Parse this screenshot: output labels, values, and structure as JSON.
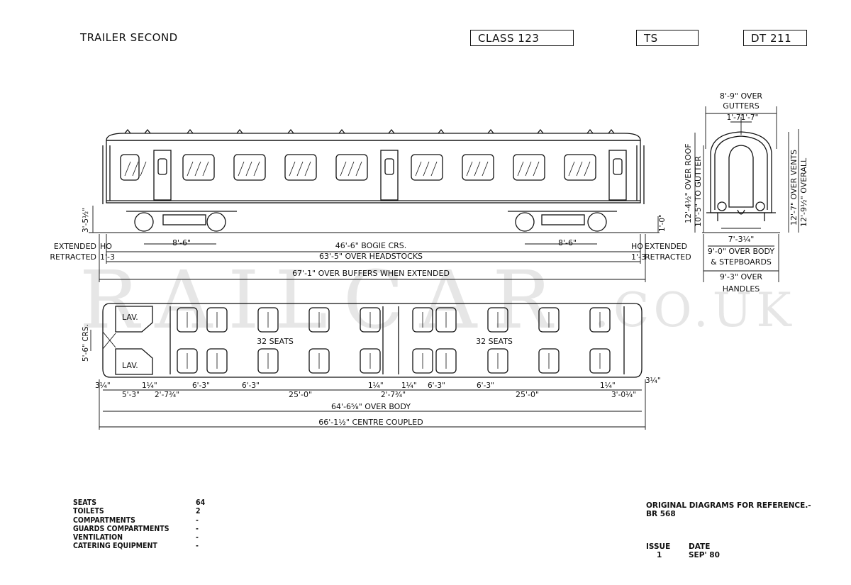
{
  "header": {
    "title": "TRAILER SECOND",
    "class_box": "CLASS 123",
    "type_box": "TS",
    "number_box": "DT 211"
  },
  "watermark": {
    "main": "RAILCAR",
    "suffix": ".CO.UK"
  },
  "side_elevation": {
    "bogie_left": "8'-6\"",
    "bogie_right": "8'-6\"",
    "bogie_crs": "46'-6\" BOGIE CRS.",
    "over_headstocks": "63'-5\" OVER HEADSTOCKS",
    "over_buffers": "67'-1\" OVER BUFFERS WHEN EXTENDED",
    "extended_left": "EXTENDED",
    "retracted_left": "RETRACTED",
    "ho_left": "HO",
    "ext_val_left": "1'-3",
    "ho_right": "HO",
    "extended_right": "EXTENDED",
    "ext_val_right": "1'-3",
    "retracted_right": "RETRACTED",
    "height_left": "3'-5½\"",
    "height_right": "1'-0\""
  },
  "end_elevation": {
    "over_gutters_1": "8'-9\" OVER",
    "over_gutters_2": "GUTTERS",
    "step_a": "1'-7\"",
    "step_b": "1'-7\"",
    "over_roof": "12'-4½\" OVER ROOF",
    "to_gutter": "10'-5\" TO GUTTER",
    "over_vents": "12'-7\" OVER VENTS",
    "overall": "12'-9½\" OVERALL",
    "inner_width": "7'-3¼\"",
    "over_body": "9'-0\" OVER BODY",
    "stepboards": "& STEPBOARDS",
    "over_handles_1": "9'-3\" OVER",
    "over_handles_2": "HANDLES"
  },
  "plan": {
    "lav_top": "LAV.",
    "lav_bottom": "LAV.",
    "seats_left": "32 SEATS",
    "seats_right": "32 SEATS",
    "crs": "5'-6\" CRS.",
    "d_3q_left": "3¼\"",
    "d_5_3": "5'-3\"",
    "d_1q_a": "1¼\"",
    "d_27a": "2'-7¾\"",
    "d_63_a": "6'-3\"",
    "d_63_b": "6'-3\"",
    "d_25_a": "25'-0\"",
    "d_1q_b": "1¼\"",
    "d_27b": "2'-7¾\"",
    "d_1q_c": "1¼\"",
    "d_63_c": "6'-3\"",
    "d_63_d": "6'-3\"",
    "d_25_b": "25'-0\"",
    "d_1q_d": "1¼\"",
    "d_3_0": "3'-0¼\"",
    "d_3q_right": "3¼\"",
    "over_body": "64'-6⅝\" OVER BODY",
    "centre_coupled": "66'-1½\" CENTRE COUPLED"
  },
  "specs": [
    {
      "label": "SEATS",
      "value": "64"
    },
    {
      "label": "TOILETS",
      "value": "2"
    },
    {
      "label": "COMPARTMENTS",
      "value": "-"
    },
    {
      "label": "GUARDS COMPARTMENTS",
      "value": "-"
    },
    {
      "label": "VENTILATION",
      "value": "-"
    },
    {
      "label": "CATERING EQUIPMENT",
      "value": "-"
    }
  ],
  "notes": {
    "reference_1": "ORIGINAL DIAGRAMS FOR REFERENCE.-",
    "reference_2": "BR 568",
    "issue_label": "ISSUE",
    "date_label": "DATE",
    "issue_value": "1",
    "date_value": "SEP' 80"
  }
}
